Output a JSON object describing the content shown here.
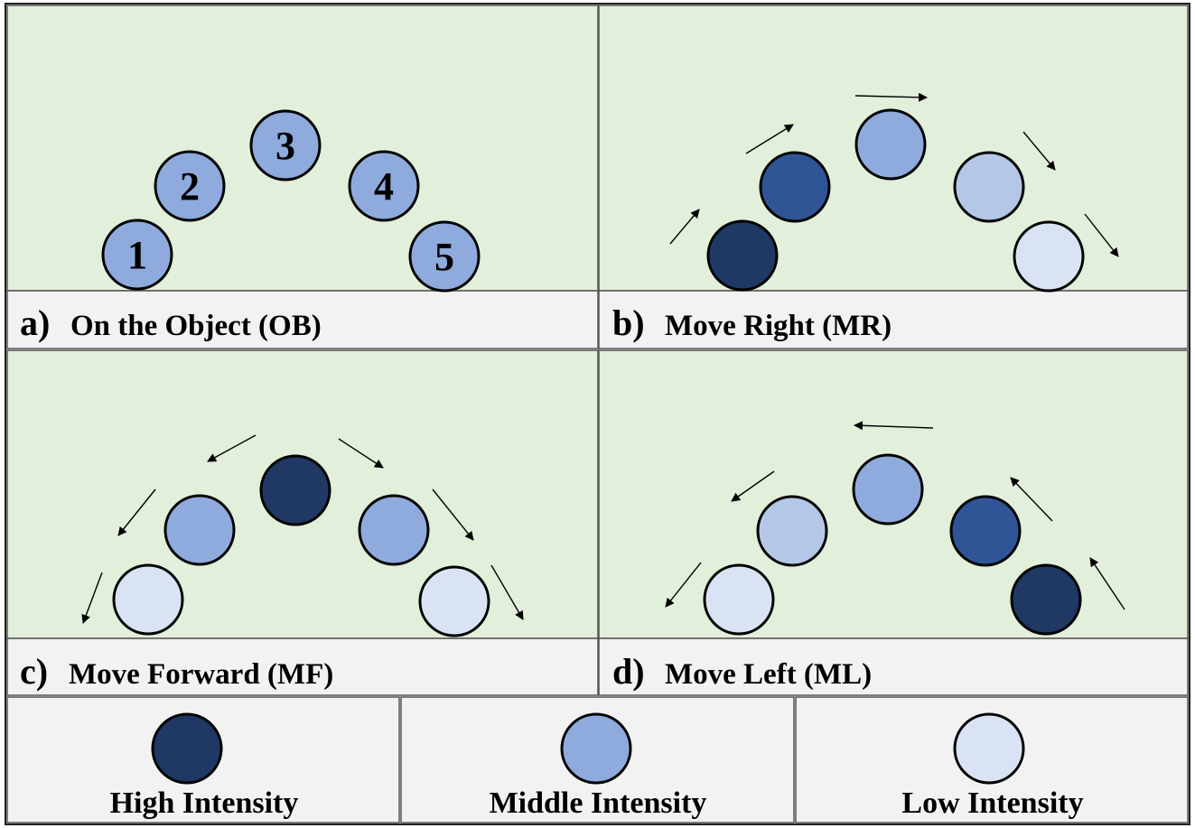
{
  "colors": {
    "high": "#1f3864",
    "middle_dark": "#2f5597",
    "middle": "#8faadc",
    "low_mid": "#b4c7e7",
    "low": "#dae3f3"
  },
  "panels": [
    {
      "letter": "a)",
      "title": "On the Object (OB)",
      "numbers": [
        "1",
        "2",
        "3",
        "4",
        "5"
      ],
      "circles": [
        "middle",
        "middle",
        "middle",
        "middle",
        "middle"
      ]
    },
    {
      "letter": "b)",
      "title": "Move Right (MR)",
      "numbers": [],
      "circles": [
        "high",
        "middle_dark",
        "middle",
        "low_mid",
        "low"
      ]
    },
    {
      "letter": "c)",
      "title": "Move Forward (MF)",
      "numbers": [],
      "circles": [
        "low",
        "middle",
        "high",
        "middle",
        "low"
      ]
    },
    {
      "letter": "d)",
      "title": "Move Left (ML)",
      "numbers": [],
      "circles": [
        "low",
        "low_mid",
        "middle",
        "middle_dark",
        "high"
      ]
    }
  ],
  "legend": [
    {
      "label": "High Intensity",
      "color": "high"
    },
    {
      "label": "Middle Intensity",
      "color": "middle"
    },
    {
      "label": "Low Intensity",
      "color": "low"
    }
  ]
}
